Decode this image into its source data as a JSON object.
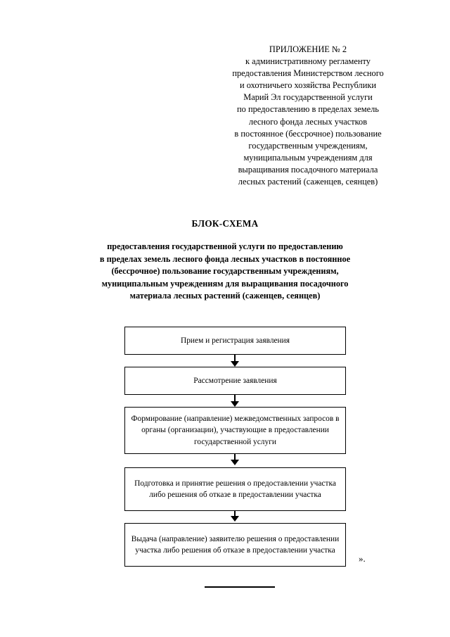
{
  "appendix": {
    "lines": [
      "ПРИЛОЖЕНИЕ № 2",
      "к административному регламенту",
      "предоставления Министерством лесного",
      "и охотничьего хозяйства Республики",
      "Марий Эл государственной услуги",
      "по предоставлению в пределах земель",
      "лесного фонда лесных участков",
      "в постоянное (бессрочное) пользование",
      "государственным учреждениям,",
      "муниципальным учреждениям для",
      "выращивания посадочного материала",
      "лесных растений (саженцев, сеянцев)"
    ]
  },
  "scheme": {
    "title": "БЛОК-СХЕМА",
    "subtitle_lines": [
      "предоставления государственной услуги по предоставлению",
      "в пределах земель лесного фонда лесных участков в постоянное",
      "(бессрочное) пользование государственным учреждениям,",
      "муниципальным учреждениям для выращивания посадочного",
      "материала лесных растений (саженцев, сеянцев)"
    ]
  },
  "flowchart": {
    "nodes": [
      {
        "id": "node-1",
        "text": "Прием и регистрация заявления"
      },
      {
        "id": "node-2",
        "text": "Рассмотрение заявления"
      },
      {
        "id": "node-3",
        "text": "Формирование (направление) межведомственных запросов в органы (организации), участвующие в предоставлении государственной услуги"
      },
      {
        "id": "node-4",
        "text": "Подготовка и принятие решения о предоставлении участка либо решения об отказе в предоставлении участка"
      },
      {
        "id": "node-5",
        "text": "Выдача (направление) заявителю решения о предоставлении участка либо решения об отказе в предоставлении участка"
      }
    ]
  },
  "trailing_mark": "».",
  "colors": {
    "text": "#000000",
    "border": "#000000",
    "background": "#ffffff"
  }
}
